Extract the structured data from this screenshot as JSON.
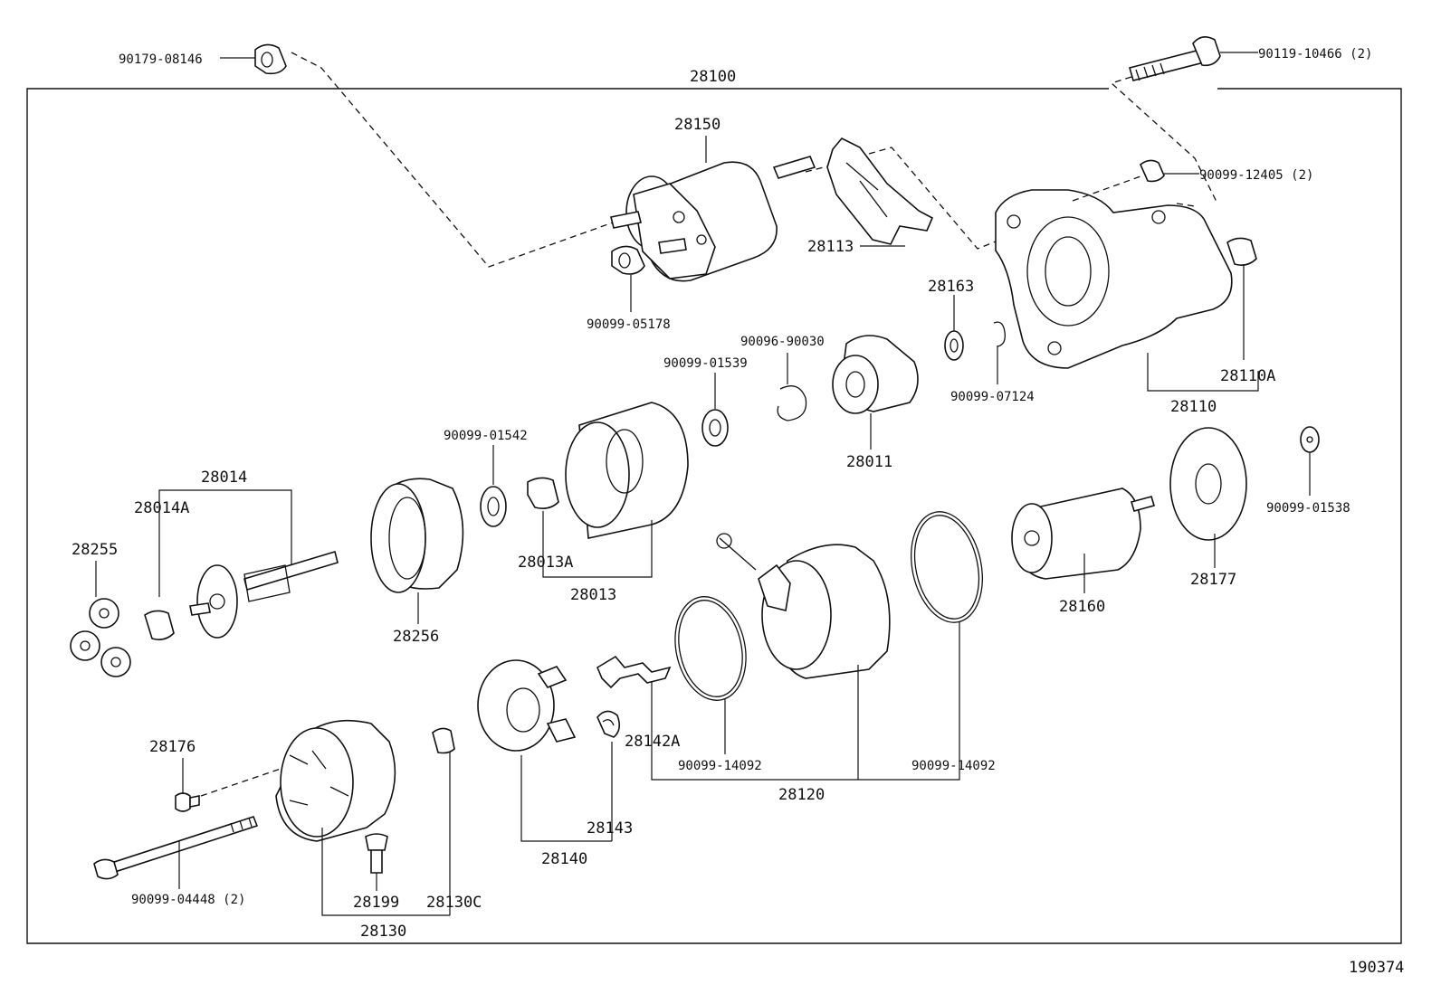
{
  "diagram_id": "190374",
  "labels": {
    "p90179_08146": "90179-08146",
    "p28100": "28100",
    "p90119_10466": "90119-10466 (2)",
    "p28150": "28150",
    "p90099_12405": "90099-12405 (2)",
    "p28113": "28113",
    "p90099_05178": "90099-05178",
    "p28163": "28163",
    "p90096_90030": "90096-90030",
    "p90099_01539": "90099-01539",
    "p90099_07124": "90099-07124",
    "p28110A": "28110A",
    "p28110": "28110",
    "p90099_01542": "90099-01542",
    "p28011": "28011",
    "p28014": "28014",
    "p28014A": "28014A",
    "p28255": "28255",
    "p28013A": "28013A",
    "p28013": "28013",
    "p28256": "28256",
    "p90099_01538": "90099-01538",
    "p28177": "28177",
    "p28160": "28160",
    "p28142A": "28142A",
    "p90099_14092_a": "90099-14092",
    "p90099_14092_b": "90099-14092",
    "p28120": "28120",
    "p28176": "28176",
    "p28143": "28143",
    "p28140": "28140",
    "p90099_04448": "90099-04448 (2)",
    "p28199": "28199",
    "p28130C": "28130C",
    "p28130": "28130"
  }
}
